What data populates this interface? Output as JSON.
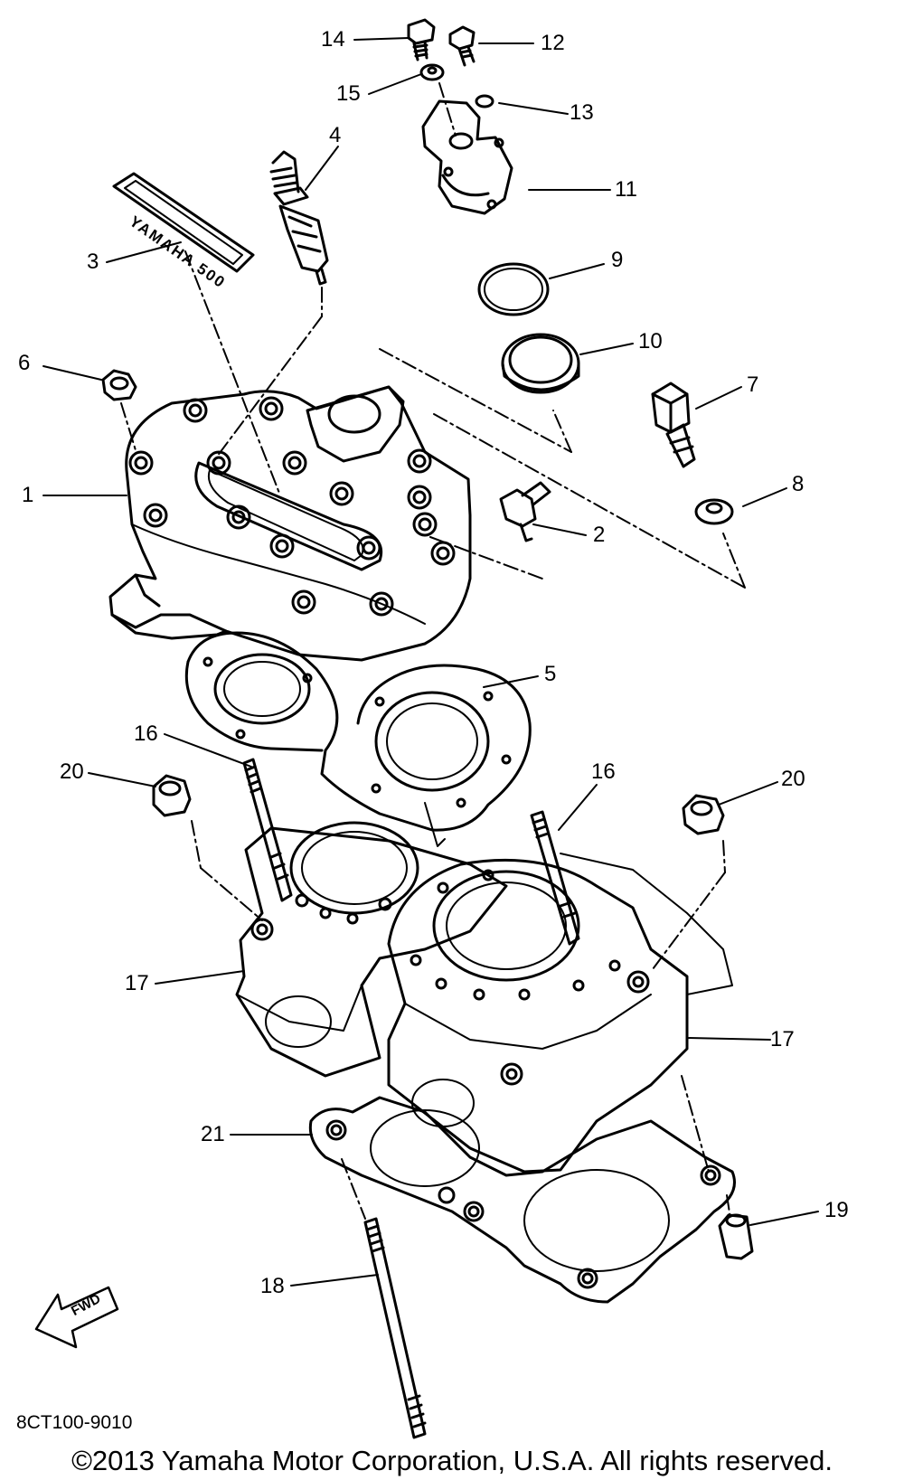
{
  "diagram": {
    "decal_text": "YAMAHA 500",
    "fwd_text": "FWD",
    "diagram_code": "8CT100-9010",
    "copyright": "©2013 Yamaha Motor Corporation, U.S.A. All rights reserved.",
    "callouts": {
      "c1": "1",
      "c2": "2",
      "c3": "3",
      "c4": "4",
      "c5": "5",
      "c6": "6",
      "c7": "7",
      "c8": "8",
      "c9": "9",
      "c10": "10",
      "c11": "11",
      "c12": "12",
      "c13": "13",
      "c14": "14",
      "c15": "15",
      "c16a": "16",
      "c16b": "16",
      "c17a": "17",
      "c17b": "17",
      "c18": "18",
      "c19": "19",
      "c20a": "20",
      "c20b": "20",
      "c21": "21"
    }
  }
}
